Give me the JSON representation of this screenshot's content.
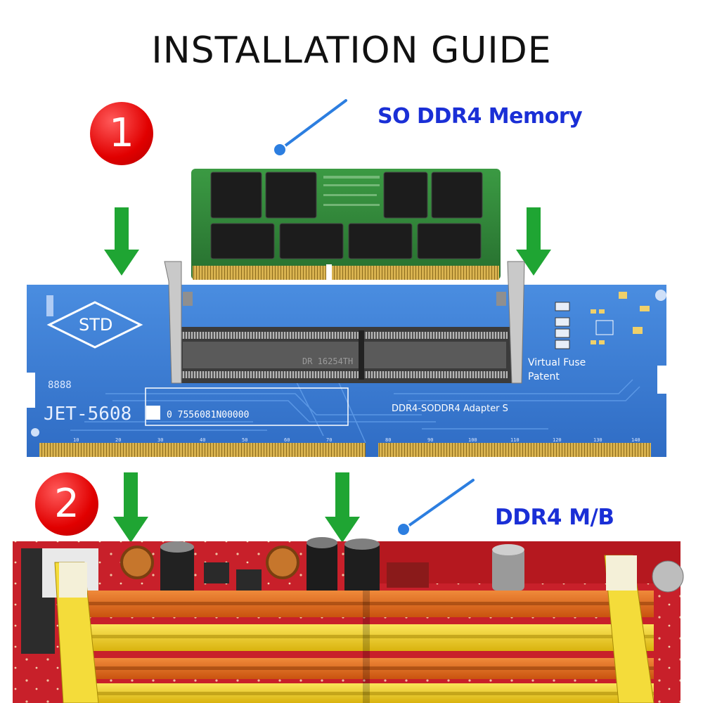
{
  "title": "INSTALLATION GUIDE",
  "steps": [
    {
      "number": "1",
      "label": "SO DDR4 Memory"
    },
    {
      "number": "2",
      "label": "DDR4 M/B"
    }
  ],
  "adapter": {
    "logo": "STD",
    "model": "JET-5608",
    "serial": "0 7556081N00000",
    "name": "DDR4-SODDR4 Adapter S",
    "fuse_line1": "Virtual Fuse",
    "fuse_line2": "Patent",
    "code": "8888",
    "slot_text": "DR  16254TH",
    "pin_marks": [
      "10",
      "20",
      "30",
      "40",
      "50",
      "60",
      "70",
      "80",
      "90",
      "100",
      "110",
      "120",
      "130",
      "140"
    ]
  },
  "colors": {
    "badge": "#e10000",
    "label": "#1a2fd6",
    "arrow": "#1fa533",
    "pcb_blue": "#3d7fd6",
    "ram_green": "#2f8a3a",
    "slot_orange": "#e66a1c",
    "slot_yellow": "#f2d21a"
  }
}
